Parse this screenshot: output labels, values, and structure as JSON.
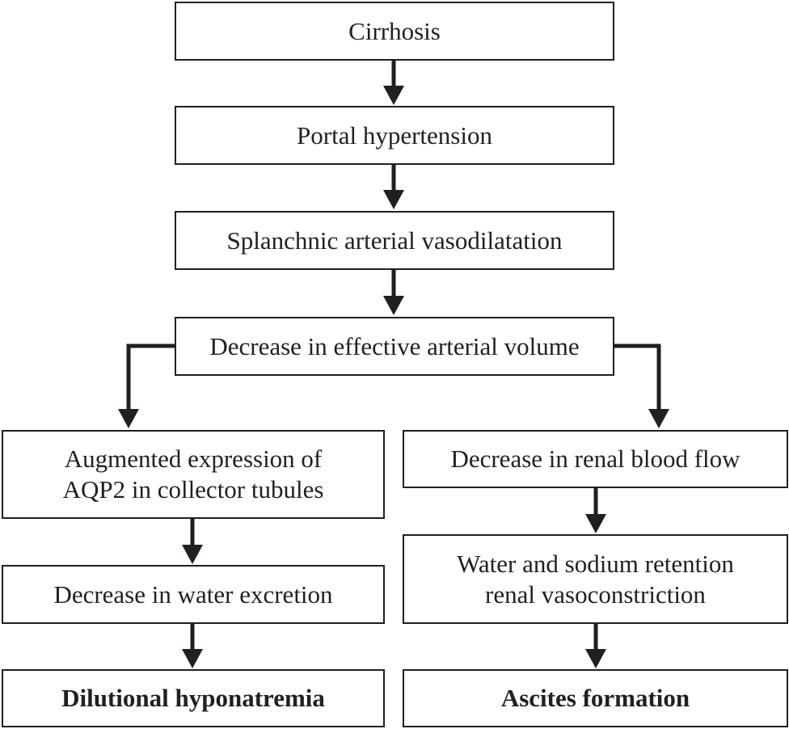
{
  "colors": {
    "line": "#231f20",
    "box_fill": "#ffffff"
  },
  "nodes": {
    "cirrhosis": "Cirrhosis",
    "portal_hypertension": "Portal hypertension",
    "splanchnic": "Splanchnic arterial vasodilatation",
    "effective_volume": "Decrease in effective arterial volume",
    "aqp2_line1": "Augmented expression of",
    "aqp2_line2": "AQP2 in collector tubules",
    "renal_flow": "Decrease in renal blood flow",
    "water_excretion": "Decrease in water excretion",
    "retention_line1": "Water and sodium retention",
    "retention_line2": "renal vasoconstriction",
    "hyponatremia": "Dilutional hyponatremia",
    "ascites": "Ascites formation"
  }
}
